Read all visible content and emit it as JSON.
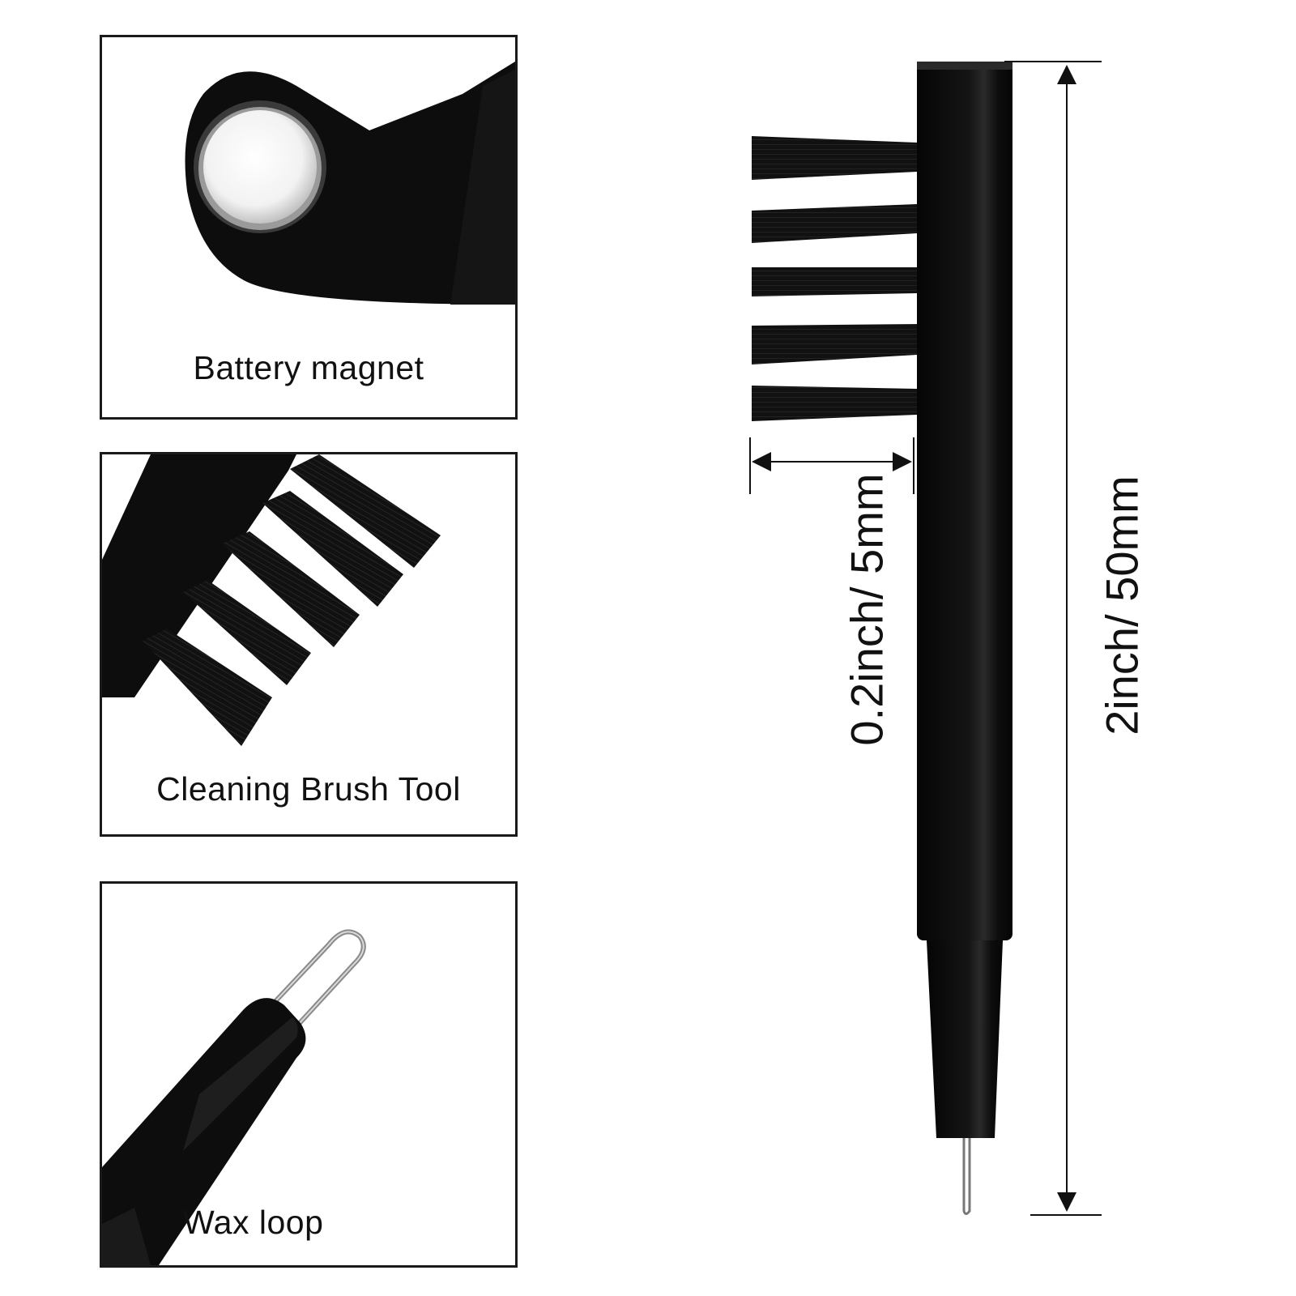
{
  "panels": {
    "magnet": {
      "caption": "Battery magnet",
      "icon": "magnet-closeup"
    },
    "brush": {
      "caption": "Cleaning Brush Tool",
      "icon": "brush-closeup"
    },
    "loop": {
      "caption": "Wax loop",
      "icon": "wax-loop-closeup"
    }
  },
  "dimensions": {
    "bristle_length": "0.2inch/ 5mm",
    "tool_length": "2inch/ 50mm"
  },
  "colors": {
    "tool_black": "#0d0d0d",
    "panel_border": "#1a1a1a",
    "magnet_silver": "#e6e6e6"
  }
}
